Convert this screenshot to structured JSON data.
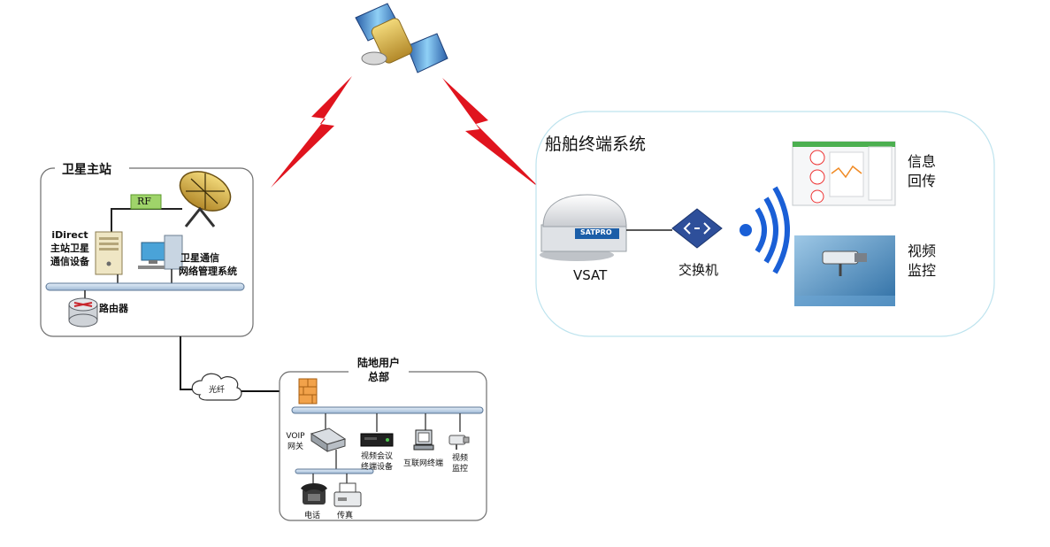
{
  "station": {
    "title": "卫星主站",
    "rf_label": "RF",
    "device_line1": "iDirect",
    "device_line2": "主站卫星",
    "device_line3": "通信设备",
    "nms_line1": "卫星通信",
    "nms_line2": "网络管理系统",
    "router_label": "路由器"
  },
  "fiber_label": "光纤",
  "hq": {
    "title_line1": "陆地用户",
    "title_line2": "总部",
    "voip_line1": "VOIP",
    "voip_line2": "网关",
    "vc_line1": "视频会议",
    "vc_line2": "终端设备",
    "internet_label": "互联网终端",
    "cctv_line1": "视频",
    "cctv_line2": "监控",
    "phone_label": "电话",
    "fax_label": "传真"
  },
  "ship": {
    "title": "船舶终端系统",
    "vsat_label": "VSAT",
    "vsat_brand": "SATPRO",
    "switch_label": "交换机",
    "info_line1": "信息",
    "info_line2": "回传",
    "video_line1": "视频",
    "video_line2": "监控"
  },
  "colors": {
    "lightning": "#e0141e",
    "bus": "#b8cfe6",
    "box_border": "#6e6e6e",
    "ship_border": "#bde3ee",
    "switch": "#2e4f9a",
    "wifi": "#1a5fd6"
  }
}
